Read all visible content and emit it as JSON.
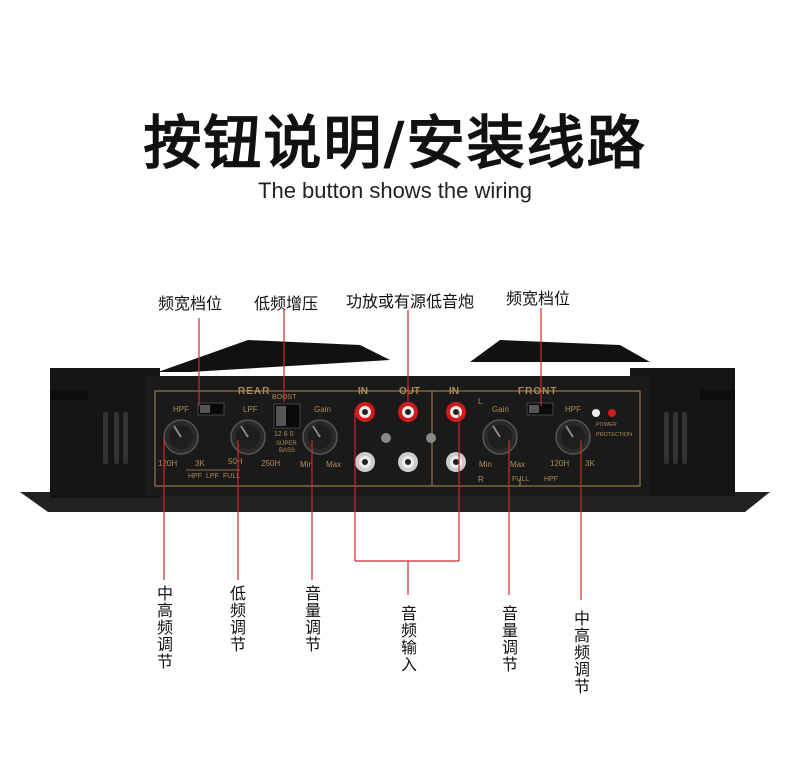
{
  "header": {
    "title": "按钮说明/安装线路",
    "subtitle": "The button shows the wiring"
  },
  "callouts_top": {
    "hpf_width_left": "频宽档位",
    "bass_boost": "低频增压",
    "amp_sub_out": "功放或有源低音炮",
    "hpf_width_right": "频宽档位"
  },
  "callouts_bottom": {
    "rear_hpf": "中高频调节",
    "rear_lpf": "低频调节",
    "rear_gain": "音量调节",
    "audio_input": "音频输入",
    "front_gain": "音量调节",
    "front_hpf": "中高频调节"
  },
  "panel": {
    "rear": "REAR",
    "in_left": "IN",
    "out": "OUT",
    "in_right": "IN",
    "front": "FRONT",
    "hpf": "HPF",
    "lpf": "LPF",
    "boost": "BOOST",
    "gain": "Gain",
    "l": "L",
    "r": "R",
    "boost_scale": "12 6 0",
    "super": "SUPER",
    "bass": "BASS",
    "hz_120": "120H",
    "k3": "3K",
    "hz_50": "50H",
    "hz_250": "250H",
    "min": "Min",
    "max": "Max",
    "sw_hpf": "HPF",
    "sw_lpf": "LPF",
    "sw_full": "FULL",
    "power": "POWER",
    "protection": "PROTECTION"
  },
  "colors": {
    "panel_bg": "#1a1a1a",
    "label_gold": "#b08a52",
    "callout_red": "#cc2a2a",
    "rca_red": "#d21a1a"
  }
}
